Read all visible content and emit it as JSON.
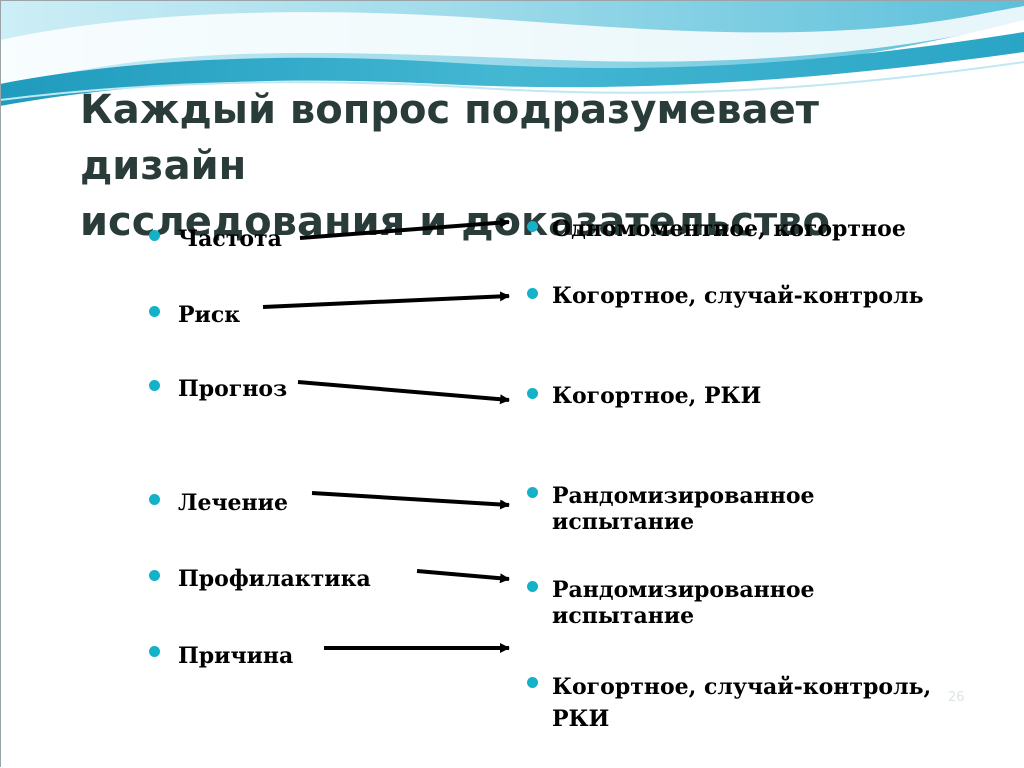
{
  "slide": {
    "title_line1": "Каждый вопрос подразумевает дизайн",
    "title_line2": "исследования и доказательство",
    "number": "26"
  },
  "questions": [
    "Частота",
    "Риск",
    "Прогноз",
    "Лечение",
    "Профилактика",
    "Причина"
  ],
  "designs": [
    {
      "line1": "Одномоментное, когортное"
    },
    {
      "line1": "Когортное, случай-контроль"
    },
    {
      "line1": "Когортное, РКИ"
    },
    {
      "line1": "Рандомизированное",
      "line2": "испытание"
    },
    {
      "line1": "Рандомизированное",
      "line2": "испытание"
    },
    {
      "line1": "Когортное, случай-контроль,",
      "line2": "РКИ"
    }
  ],
  "colors": {
    "bullet": "#14b1c8",
    "title": "#2a3c3a",
    "arrow": "#000000",
    "wave_dark": "#2fa8c6",
    "wave_light": "#cdeef6"
  }
}
